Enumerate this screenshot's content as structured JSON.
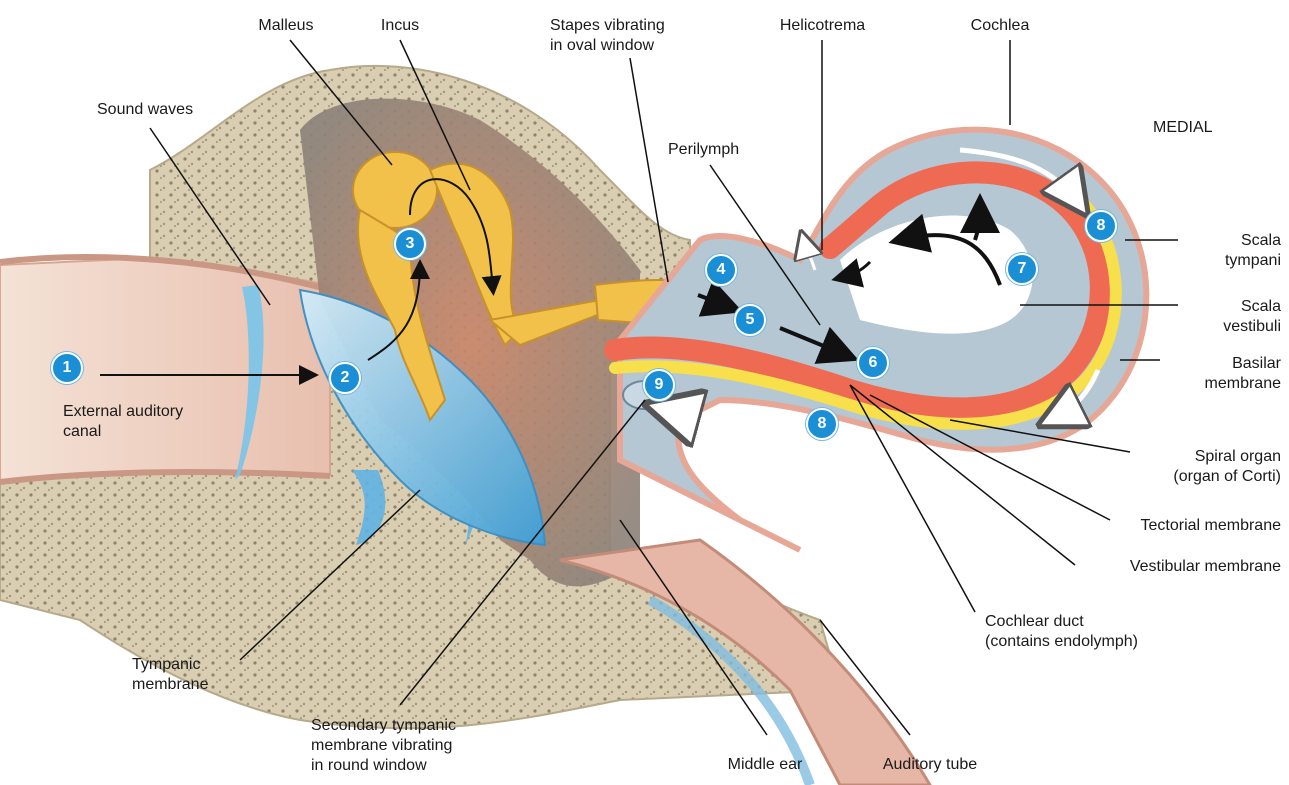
{
  "labels": {
    "malleus": "Malleus",
    "incus": "Incus",
    "stapes": "Stapes vibrating\nin oval window",
    "helicotrema": "Helicotrema",
    "cochlea": "Cochlea",
    "medial": "MEDIAL",
    "sound_waves": "Sound waves",
    "perilymph": "Perilymph",
    "scala_tympani": "Scala\ntympani",
    "scala_vestibuli": "Scala\nvestibuli",
    "basilar_membrane": "Basilar\nmembrane",
    "external_canal": "External auditory\ncanal",
    "spiral_organ": "Spiral organ\n(organ of Corti)",
    "tectorial_membrane": "Tectorial membrane",
    "vestibular_membrane": "Vestibular membrane",
    "cochlear_duct": "Cochlear duct\n(contains endolymph)",
    "tympanic_membrane": "Tympanic\nmembrane",
    "secondary_tympanic": "Secondary tympanic\nmembrane vibrating\nin round window",
    "middle_ear": "Middle ear",
    "auditory_tube": "Auditory tube"
  },
  "steps": [
    {
      "id": "step-1",
      "num": "1"
    },
    {
      "id": "step-2",
      "num": "2"
    },
    {
      "id": "step-3",
      "num": "3"
    },
    {
      "id": "step-4",
      "num": "4"
    },
    {
      "id": "step-5",
      "num": "5"
    },
    {
      "id": "step-6",
      "num": "6"
    },
    {
      "id": "step-7",
      "num": "7"
    },
    {
      "id": "step-8a",
      "num": "8"
    },
    {
      "id": "step-8b",
      "num": "8"
    },
    {
      "id": "step-9",
      "num": "9"
    }
  ],
  "colors": {
    "bone": "#d9ceb2",
    "bone_dark": "#b7aa8a",
    "middle_ear_cavity": "#a08a7c",
    "ossicles": "#f2c14a",
    "canal_blue": "#7cc6ea",
    "cochlea_fluid": "#b5c7d3",
    "cochlear_duct": "#ef6a52",
    "spiral_organ": "#f7e04b",
    "badge": "#1b8fd6"
  }
}
